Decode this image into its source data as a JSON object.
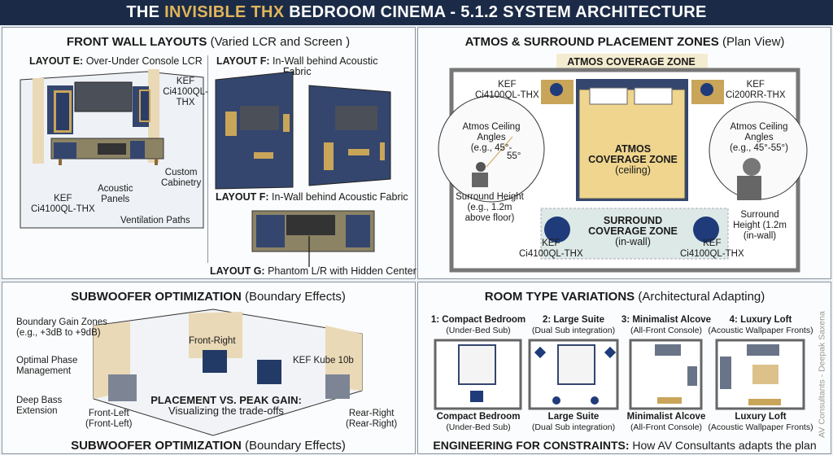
{
  "title": {
    "prefix": "THE ",
    "highlight": "INVISIBLE THX",
    "suffix": " BEDROOM CINEMA - 5.1.2 SYSTEM ARCHITECTURE"
  },
  "colors": {
    "navy": "#1b2b47",
    "gold": "#e0b55a",
    "panel_blue": "#34466e",
    "tan": "#e9d5a3"
  },
  "front_wall": {
    "heading_bold": "FRONT WALL LAYOUTS",
    "heading_rest": " (Varied LCR and Screen )",
    "layout_e": {
      "bold": "LAYOUT E:",
      "rest": " Over-Under Console LCR"
    },
    "layout_f_top": {
      "bold": "LAYOUT F:",
      "rest": " In-Wall behind Acoustic",
      "line2": "Fabric"
    },
    "layout_f_mid": {
      "bold": "LAYOUT F:",
      "rest": " In-Wall behind Acoustic Fabric"
    },
    "layout_g": {
      "bold": "LAYOUT G:",
      "rest": " Phantom L/R with Hidden Center"
    },
    "callouts": {
      "kef_right_1": "KEF",
      "kef_right_2": "Ci4100QL-",
      "kef_right_3": "THX",
      "cabinetry_1": "Custom",
      "cabinetry_2": "Cabinetry",
      "panels_1": "Acoustic",
      "panels_2": "Panels",
      "kef_left_1": "KEF",
      "kef_left_2": "Ci4100QL-THX",
      "ventilation": "Ventilation Paths"
    }
  },
  "atmos": {
    "heading_bold": "ATMOS & SURROUND PLACEMENT ZONES",
    "heading_rest": " (Plan View)",
    "top_zone": "ATMOS COVERAGE ZONE",
    "kef_tl_1": "KEF",
    "kef_tl_2": "Ci4100QL-THX",
    "kef_tr_1": "KEF",
    "kef_tr_2": "Ci200RR-THX",
    "center_1": "ATMOS",
    "center_2": "COVERAGE ZONE",
    "center_3": "(ceiling)",
    "left_circle": {
      "l1": "Atmos Ceiling",
      "l2": "Angles",
      "l3": "(e.g., 45°-",
      "angle": "55°"
    },
    "left_height": {
      "l1": "Surround Height",
      "l2": "(e.g., 1.2m",
      "l3": "above floor)"
    },
    "right_circle": {
      "l1": "Atmos Ceiling",
      "l2": "Angles",
      "l3": "(e.g., 45°-55°)"
    },
    "right_height": {
      "l1": "Surround",
      "l2": "Height (1.2m",
      "l3": "(in-wall)"
    },
    "surround_1": "SURROUND",
    "surround_2": "COVERAGE ZONE",
    "surround_3": "(in-wall)",
    "kef_bl_1": "KEF",
    "kef_bl_2": "Ci4100QL-THX",
    "kef_br_1": "KEF",
    "kef_br_2": "Ci4100QL-THX"
  },
  "subwoofer": {
    "heading_bold": "SUBWOOFER OPTIMIZATION",
    "heading_rest": " (Boundary Effects)",
    "boundary_1": "Boundary Gain Zones",
    "boundary_2": "(e.g., +3dB to +9dB)",
    "phase_1": "Optimal Phase",
    "phase_2": "Management",
    "bass_1": "Deep Bass",
    "bass_2": "Extension",
    "front_right": "Front-Right",
    "kube": "KEF Kube 10b",
    "front_left_1": "Front-Left",
    "front_left_2": "(Front-Left)",
    "rear_right_1": "Rear-Right",
    "rear_right_2": "(Rear-Right)",
    "placement_bold": "PLACEMENT VS. PEAK GAIN:",
    "placement_rest": "Visualizing the trade-offs",
    "footer_bold": "SUBWOOFER OPTIMIZATION",
    "footer_rest": " (Boundary Effects)"
  },
  "rooms": {
    "heading_bold": "ROOM TYPE VARIATIONS",
    "heading_rest": " (Architectural Adapting)",
    "items": [
      {
        "title": "1: Compact Bedroom",
        "sub": "(Under-Bed Sub)",
        "name": "Compact Bedroom",
        "note": "(Under-Bed Sub)"
      },
      {
        "title": "2: Large Suite",
        "sub": "(Dual Sub integration)",
        "name": "Large Suite",
        "note": "(Dual Sub integration)"
      },
      {
        "title": "3: Minimalist Alcove",
        "sub": "(All-Front Console)",
        "name": "Minimalist Alcove",
        "note": "(All-Front Console)"
      },
      {
        "title": "4: Luxury Loft",
        "sub": "(Acoustic Wallpaper Fronts)",
        "name": "Luxury Loft",
        "note": "(Acoustic Wallpaper Fronts)"
      }
    ],
    "footer_bold": "ENGINEERING FOR CONSTRAINTS:",
    "footer_rest": " How AV Consultants adapts the plan"
  },
  "watermark": "AV Consultants - Deepak Saxena"
}
